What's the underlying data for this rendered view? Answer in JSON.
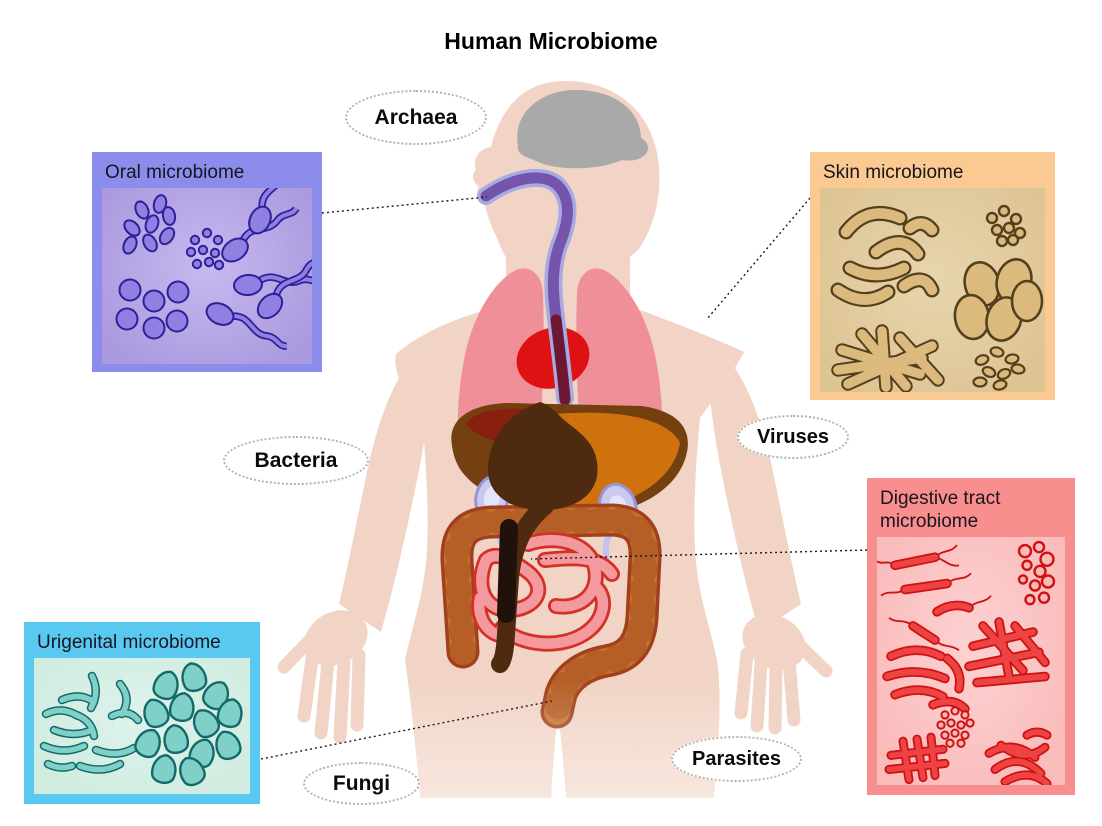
{
  "title": "Human Microbiome",
  "organism_labels": [
    {
      "id": "archaea",
      "label": "Archaea"
    },
    {
      "id": "bacteria",
      "label": "Bacteria"
    },
    {
      "id": "viruses",
      "label": "Viruses"
    },
    {
      "id": "fungi",
      "label": "Fungi"
    },
    {
      "id": "parasites",
      "label": "Parasites"
    }
  ],
  "microbiome_boxes": [
    {
      "id": "oral",
      "label": "Oral microbiome",
      "border_color": "#8c8cec",
      "fill_color": "#ab9ade",
      "fill_center": "#c7b9f0",
      "microbe_color": "#8f7de3",
      "connects_to": "mouth"
    },
    {
      "id": "skin",
      "label": "Skin microbiome",
      "border_color": "#fbc992",
      "fill_color": "#ddc493",
      "fill_center": "#e8d5ae",
      "microbe_color": "#dcba7c",
      "connects_to": "shoulder"
    },
    {
      "id": "digestive",
      "label": "Digestive tract microbiome",
      "border_color": "#f98e8e",
      "fill_color": "#fabbbb",
      "fill_center": "#fdd2d2",
      "microbe_color": "#ee4343",
      "connects_to": "large-intestine"
    },
    {
      "id": "urigenital",
      "label": "Urigenital microbiome",
      "border_color": "#5ac9f1",
      "fill_color": "#d0ecdf",
      "fill_center": "#ddf3ec",
      "microbe_color": "#7fd0c6",
      "connects_to": "pelvis"
    }
  ],
  "body_colors": {
    "skin": "#f1d4c5",
    "brain": "#a9a9a9",
    "lungs": "#ef9098",
    "heart": "#de1113",
    "esophagus": "#7455ab",
    "liver": "#74400f",
    "liver_highlight": "#cf720e",
    "stomach": "#4e2a11",
    "kidneys": "#c9c9f0",
    "large_intestine": "#c2732e",
    "small_intestine": "#f49a9e"
  },
  "connector_style": {
    "color": "#1a1a1a",
    "pattern": "dotted"
  }
}
